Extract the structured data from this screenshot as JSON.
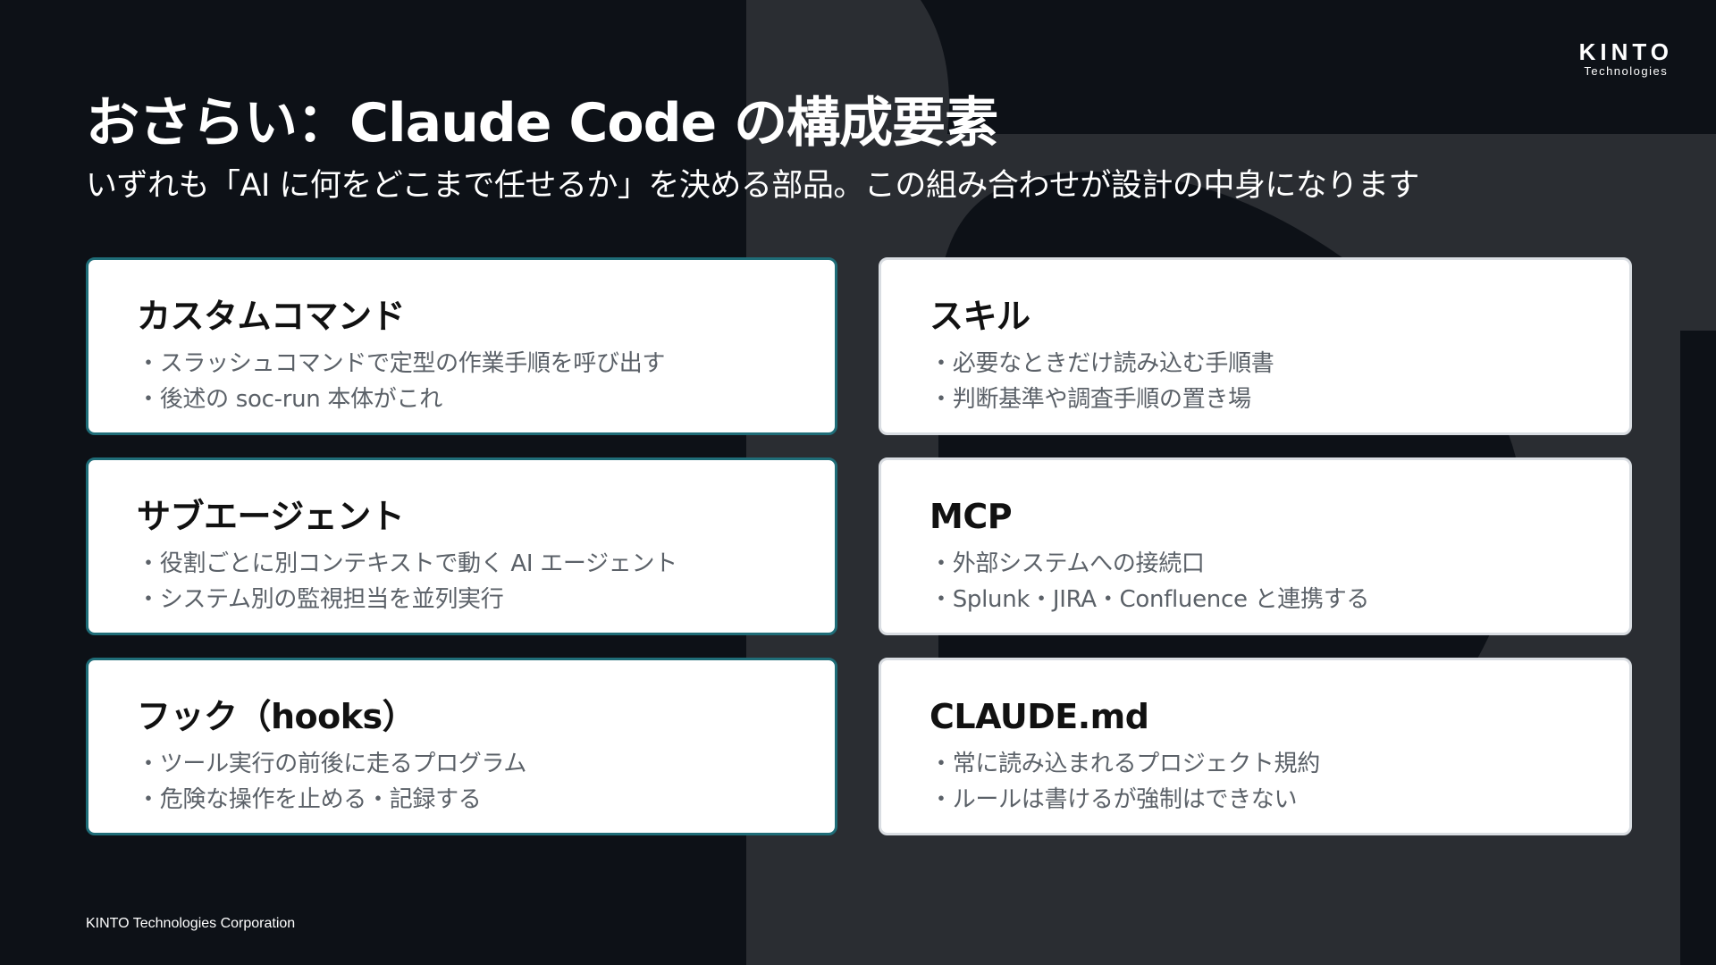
{
  "logo": {
    "main": "KINTO",
    "sub": "Technologies"
  },
  "title": "おさらい：Claude Code の構成要素",
  "subtitle": "いずれも「AI に何をどこまで任せるか」を決める部品。この組み合わせが設計の中身になります",
  "cards": [
    {
      "title": "カスタムコマンド",
      "items": [
        "スラッシュコマンドで定型の作業手順を呼び出す",
        "後述の soc-run 本体がこれ"
      ]
    },
    {
      "title": "スキル",
      "items": [
        "必要なときだけ読み込む手順書",
        "判断基準や調査手順の置き場"
      ]
    },
    {
      "title": "サブエージェント",
      "items": [
        "役割ごとに別コンテキストで動く AI エージェント",
        "システム別の監視担当を並列実行"
      ]
    },
    {
      "title": "MCP",
      "items": [
        "外部システムへの接続口",
        "Splunk・JIRA・Confluence と連携する"
      ]
    },
    {
      "title": "フック（hooks）",
      "items": [
        "ツール実行の前後に走るプログラム",
        "危険な操作を止める・記録する"
      ]
    },
    {
      "title": "CLAUDE.md",
      "items": [
        "常に読み込まれるプロジェクト規約",
        "ルールは書けるが強制はできない"
      ]
    }
  ],
  "footer": "KINTO Technologies Corporation",
  "colors": {
    "background": "#0d1117",
    "accent_border": "#1f6d78",
    "card_bg": "#ffffff",
    "body_text": "#5b6168"
  }
}
